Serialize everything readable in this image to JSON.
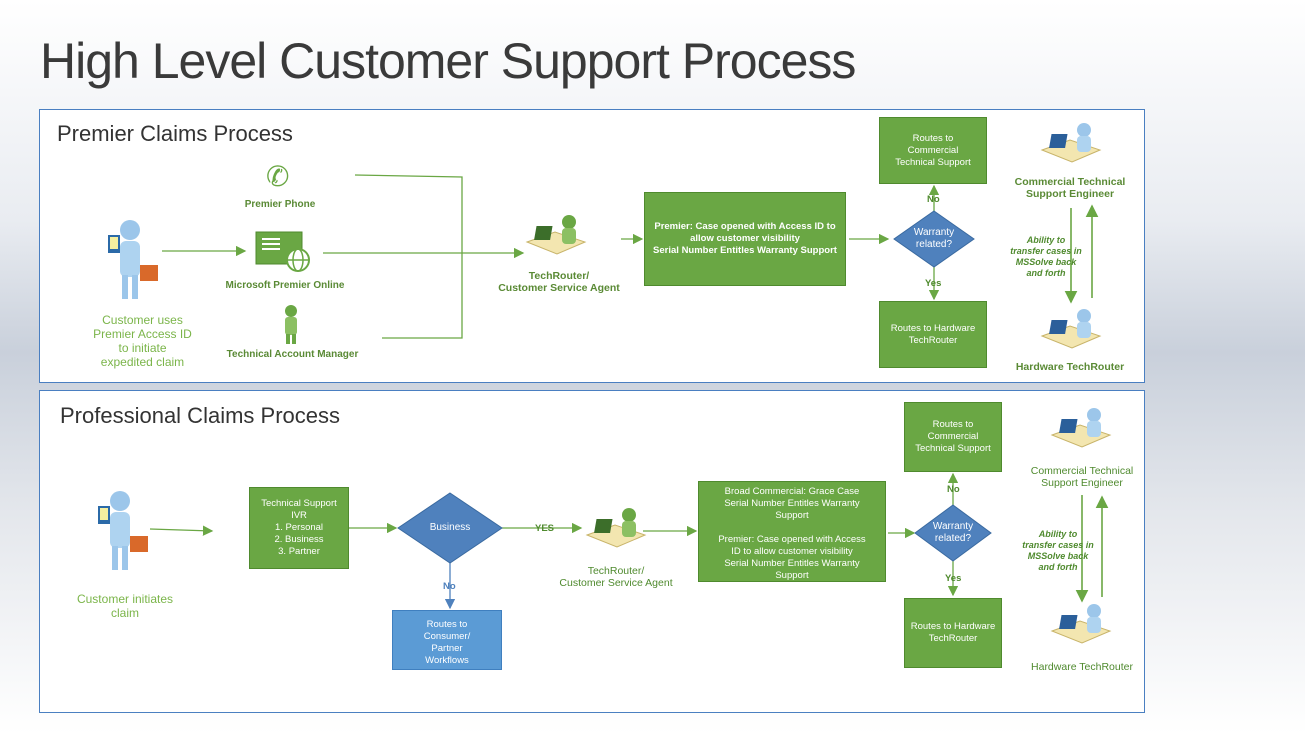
{
  "title": "High Level Customer Support Process",
  "premier": {
    "title": "Premier Claims Process",
    "customer_note": "Customer uses\nPremier Access ID\nto initiate\nexpedited claim",
    "channels": [
      "Premier Phone",
      "Microsoft Premier Online",
      "Technical Account Manager"
    ],
    "agent": "TechRouter/\nCustomer Service Agent",
    "case_box": "Premier: Case opened with Access ID to allow customer visibility\nSerial Number Entitles Warranty Support",
    "decision": "Warranty\nrelated?",
    "no": "No",
    "yes": "Yes",
    "route_commercial": "Routes to\nCommercial\nTechnical Support",
    "route_hardware": "Routes to Hardware\nTechRouter",
    "engineer": "Commercial Technical\nSupport Engineer",
    "transfer": "Ability to\ntransfer cases in\nMSSolve back\nand forth",
    "hw_router": "Hardware TechRouter"
  },
  "professional": {
    "title": "Professional Claims Process",
    "customer_note": "Customer initiates\nclaim",
    "ivr": "Technical Support\nIVR\n1. Personal\n2. Business\n3. Partner",
    "business": "Business",
    "yes_label": "YES",
    "no_label": "No",
    "consumer": "Routes to\nConsumer/\nPartner\nWorkflows",
    "agent": "TechRouter/\nCustomer Service Agent",
    "case_box": "Broad Commercial: Grace Case\nSerial Number Entitles Warranty\nSupport\n\nPremier: Case opened with Access\nID to allow customer visibility\nSerial Number Entitles Warranty\nSupport",
    "decision": "Warranty\nrelated?",
    "no": "No",
    "yes": "Yes",
    "route_commercial": "Routes to\nCommercial\nTechnical Support",
    "route_hardware": "Routes to Hardware\nTechRouter",
    "engineer": "Commercial Technical\nSupport Engineer",
    "transfer": "Ability to\ntransfer cases in\nMSSolve back\nand forth",
    "hw_router": "Hardware TechRouter"
  },
  "colors": {
    "green": "#6aa744",
    "blue": "#4f81bd",
    "light_blue": "#5b9bd5",
    "line": "#6aa744"
  }
}
